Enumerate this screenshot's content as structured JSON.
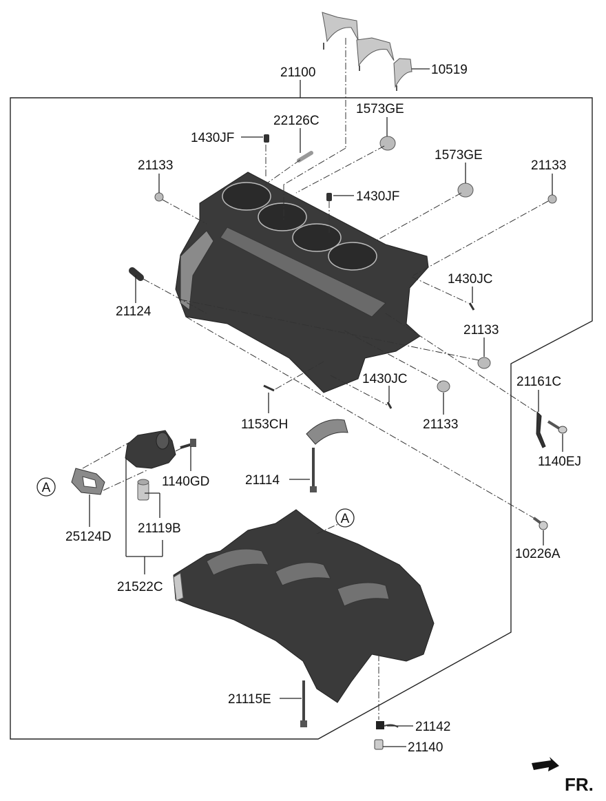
{
  "labels": {
    "l_10519": "10519",
    "l_21100": "21100",
    "l_22126c": "22126C",
    "l_1573ge_a": "1573GE",
    "l_1430jf_a": "1430JF",
    "l_1573ge_b": "1573GE",
    "l_21133_a": "21133",
    "l_21133_b": "21133",
    "l_1430jf_b": "1430JF",
    "l_1430jc_a": "1430JC",
    "l_21124": "21124",
    "l_21133_c": "21133",
    "l_1430jc_b": "1430JC",
    "l_21161c": "21161C",
    "l_1153ch": "1153CH",
    "l_21133_d": "21133",
    "l_1140ej": "1140EJ",
    "l_1140gd": "1140GD",
    "l_21114": "21114",
    "l_25124d": "25124D",
    "l_21119b": "21119B",
    "l_10226a": "10226A",
    "l_21522c": "21522C",
    "l_21115e": "21115E",
    "l_21142": "21142",
    "l_21140": "21140",
    "ref_a_left": "A",
    "ref_a_right": "A",
    "fr": "FR."
  }
}
